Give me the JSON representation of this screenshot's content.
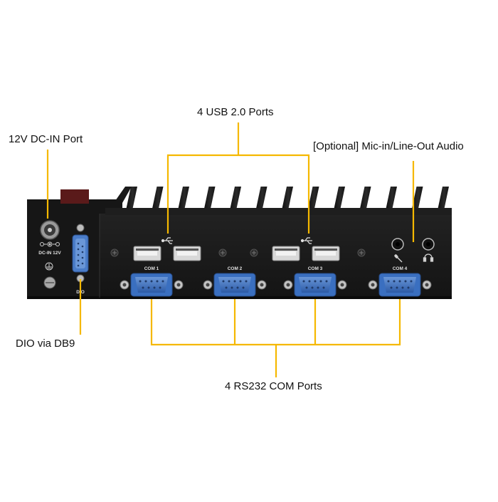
{
  "callouts": {
    "usb": "4 USB 2.0 Ports",
    "dc_in": "12V DC-IN Port",
    "audio": "[Optional] Mic-in/Line-Out Audio",
    "dio": "DIO via DB9",
    "com": "4 RS232 COM Ports"
  },
  "device": {
    "dc_label": "DC-IN 12V",
    "dio_label": "DIO",
    "com_labels": [
      "COM 1",
      "COM 2",
      "COM 3",
      "COM 4"
    ]
  },
  "colors": {
    "leader": "#f5b800",
    "chassis": "#1a1a1a",
    "db9_port": "#3a6fc0",
    "usb_port": "#d8d8d8"
  },
  "icons": [
    "usb-icon",
    "microphone-icon",
    "headphone-icon",
    "ground-icon",
    "dc-polarity-icon"
  ]
}
